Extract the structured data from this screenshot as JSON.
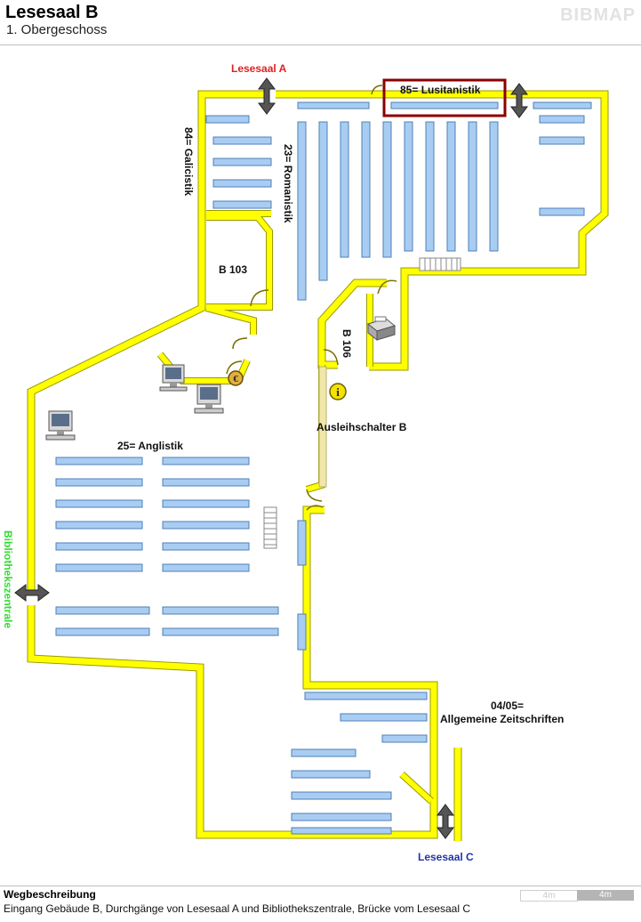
{
  "header": {
    "title": "Lesesaal B",
    "subtitle": "1. Obergeschoss",
    "logo": "BIBMAP"
  },
  "map": {
    "labels": {
      "lesesaal_a": "Lesesaal A",
      "lesesaal_c": "Lesesaal C",
      "bibliothekszentrale": "Bibliothekszentrale",
      "lusitanistik": "85= Lusitanistik",
      "galicistik": "84= Galicistik",
      "romanistik": "23= Romanistik",
      "b103": "B 103",
      "b106": "B 106",
      "ausleihschalter": "Ausleihschalter B",
      "anglistik": "25= Anglistik",
      "zeitschriften_num": "04/05=",
      "zeitschriften": "Allgemeine Zeitschriften"
    },
    "colors": {
      "wall": "#ffff00",
      "wall_edge": "#9a9a00",
      "shelf": "#a9cdf2",
      "shelf_edge": "#4f7fb5",
      "highlight": "#8b0000",
      "red_label": "#e02020",
      "blue_label": "#2233aa",
      "green_label": "#33dd33",
      "arrow": "#555555"
    },
    "icons": [
      "computer-icon",
      "printer-icon",
      "info-icon",
      "euro-icon",
      "double-arrow-icon",
      "stairs-icon"
    ]
  },
  "footer": {
    "title": "Wegbeschreibung",
    "text": "Eingang Gebäude B, Durchgänge von Lesesaal A und Bibliothekszentrale, Brücke vom Lesesaal C",
    "scale_left": "4m",
    "scale_right": "4m"
  }
}
